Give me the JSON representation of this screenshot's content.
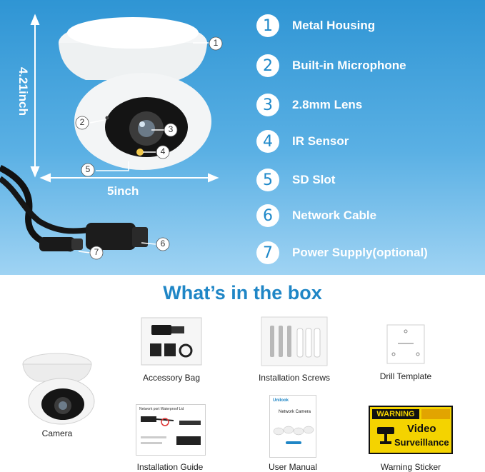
{
  "dimensions": {
    "height_label": "4.21inch",
    "width_label": "5inch"
  },
  "features": [
    {
      "number": "1",
      "label": "Metal Housing"
    },
    {
      "number": "2",
      "label": "Built-in Microphone"
    },
    {
      "number": "3",
      "label": "2.8mm Lens"
    },
    {
      "number": "4",
      "label": "IR Sensor"
    },
    {
      "number": "5",
      "label": "SD Slot"
    },
    {
      "number": "6",
      "label": "Network Cable"
    },
    {
      "number": "7",
      "label": "Power Supply(optional)"
    }
  ],
  "box": {
    "title": "What’s in the box",
    "items": [
      {
        "label": "Camera"
      },
      {
        "label": "Accessory Bag"
      },
      {
        "label": "Installation Screws"
      },
      {
        "label": "Drill Template"
      },
      {
        "label": "Installation Guide"
      },
      {
        "label": "User Manual"
      },
      {
        "label": "Warning Sticker"
      }
    ]
  },
  "manual_cover": {
    "brand": "Unilook",
    "title": "Network Camera"
  },
  "guide_cover": {
    "title": "Network port Waterproof Lid"
  },
  "sticker": {
    "warning": "WARNING",
    "line1": "Video",
    "line2": "Surveillance"
  },
  "colors": {
    "accent": "#1f86c6",
    "banner_top": "#2f95d4",
    "sticker_yellow": "#f4d300"
  }
}
